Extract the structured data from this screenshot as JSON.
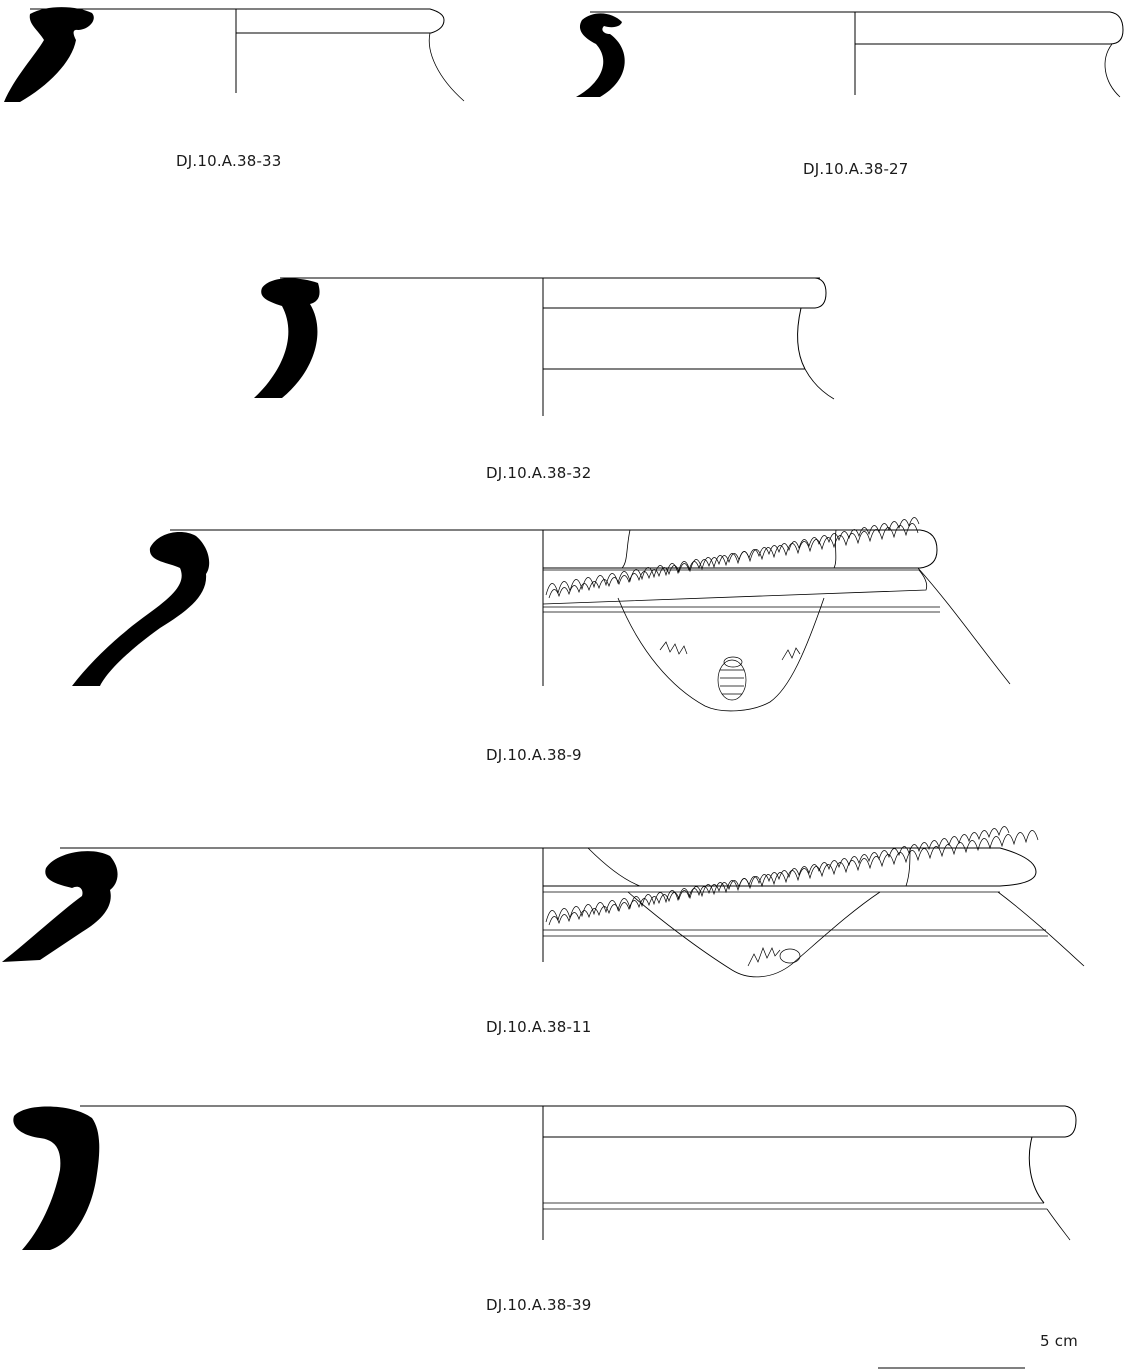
{
  "sherds": [
    {
      "id": "DJ.10.A.38-33"
    },
    {
      "id": "DJ.10.A.38-27"
    },
    {
      "id": "DJ.10.A.38-32"
    },
    {
      "id": "DJ.10.A.38-9"
    },
    {
      "id": "DJ.10.A.38-11"
    },
    {
      "id": "DJ.10.A.38-39"
    }
  ],
  "scale": {
    "label": "5 cm"
  }
}
